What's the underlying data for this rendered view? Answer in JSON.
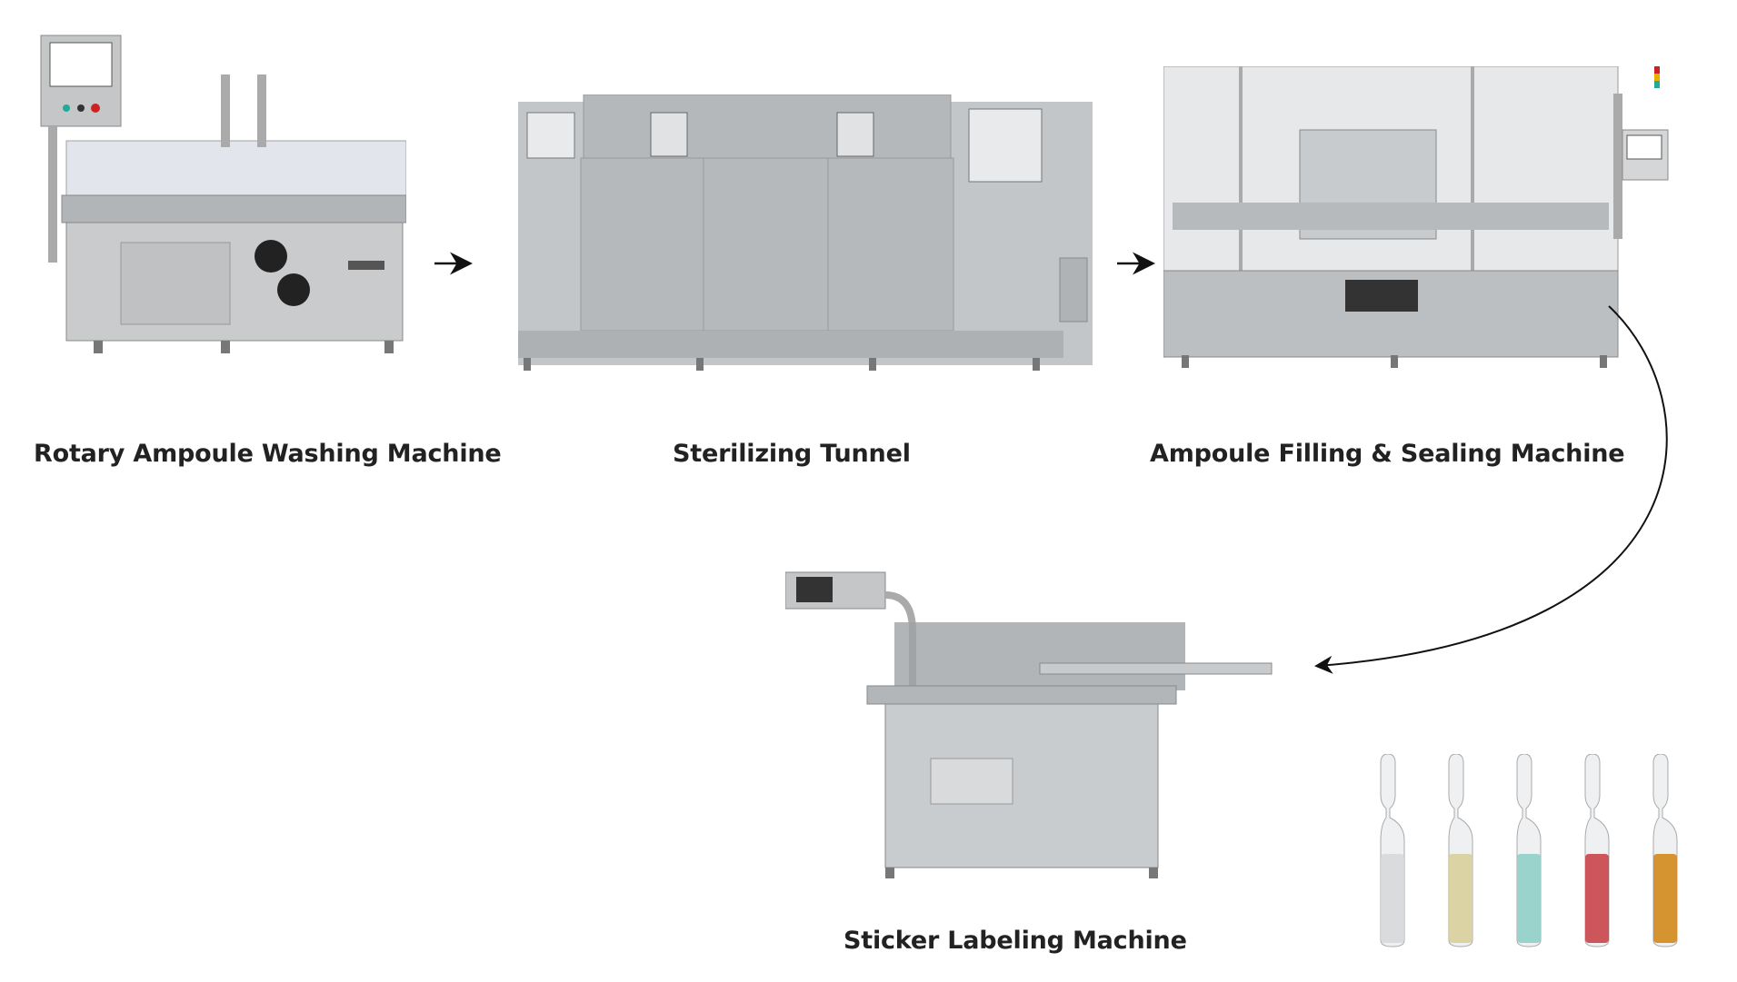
{
  "steps": [
    {
      "label": "Rotary Ampoule Washing Machine"
    },
    {
      "label": "Sterilizing Tunnel"
    },
    {
      "label": "Ampoule Filling & Sealing Machine"
    },
    {
      "label": "Sticker Labeling Machine"
    }
  ],
  "ampoule_colors": [
    "#d6d8d9",
    "#d8cf9a",
    "#8fcfc8",
    "#c9454a",
    "#d38a1c"
  ],
  "colors": {
    "steel": "#b9bcbe",
    "steel_dark": "#8d9093",
    "arrow": "#111111"
  }
}
